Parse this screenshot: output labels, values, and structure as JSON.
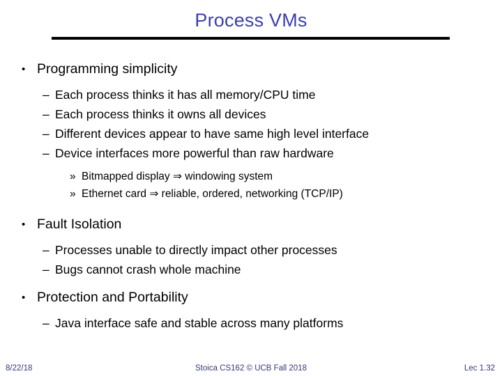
{
  "slide": {
    "title": "Process VMs",
    "title_color": "#3a3fae",
    "rule_color": "#000000",
    "background_color": "#ffffff",
    "body_color": "#000000"
  },
  "markers": {
    "level1": "•",
    "level2": "–",
    "level3": "»"
  },
  "content": [
    {
      "level": 1,
      "text": "Programming simplicity",
      "children": [
        {
          "level": 2,
          "text": "Each process thinks it has all memory/CPU time"
        },
        {
          "level": 2,
          "text": "Each process thinks it owns all devices"
        },
        {
          "level": 2,
          "text": "Different devices appear to have same high level interface"
        },
        {
          "level": 2,
          "text": "Device interfaces more powerful than raw hardware"
        },
        {
          "level": 3,
          "text": "Bitmapped display ⇒ windowing system"
        },
        {
          "level": 3,
          "text": "Ethernet card ⇒ reliable, ordered, networking (TCP/IP)"
        }
      ]
    },
    {
      "level": 1,
      "text": "Fault Isolation",
      "children": [
        {
          "level": 2,
          "text": "Processes unable to directly impact other processes"
        },
        {
          "level": 2,
          "text": "Bugs cannot crash whole machine"
        }
      ]
    },
    {
      "level": 1,
      "text": "Protection and Portability",
      "children": [
        {
          "level": 2,
          "text": "Java interface safe and stable across many platforms"
        }
      ]
    }
  ],
  "lines": {
    "b1": "Programming simplicity",
    "b1s1": "Each process thinks it has all memory/CPU time",
    "b1s2": "Each process thinks it owns all devices",
    "b1s3": "Different devices appear to have same high level interface",
    "b1s4": "Device interfaces more powerful than raw hardware",
    "b1t1": "Bitmapped display ⇒ windowing system",
    "b1t2": "Ethernet card ⇒ reliable, ordered, networking (TCP/IP)",
    "b2": "Fault Isolation",
    "b2s1": "Processes unable to directly impact other processes",
    "b2s2": "Bugs cannot crash whole machine",
    "b3": "Protection and Portability",
    "b3s1": "Java interface safe and stable across many platforms"
  },
  "footer": {
    "date": "8/22/18",
    "center": "Stoica CS162 © UCB Fall 2018",
    "lecture": "Lec 1.32",
    "color": "#333a78"
  }
}
